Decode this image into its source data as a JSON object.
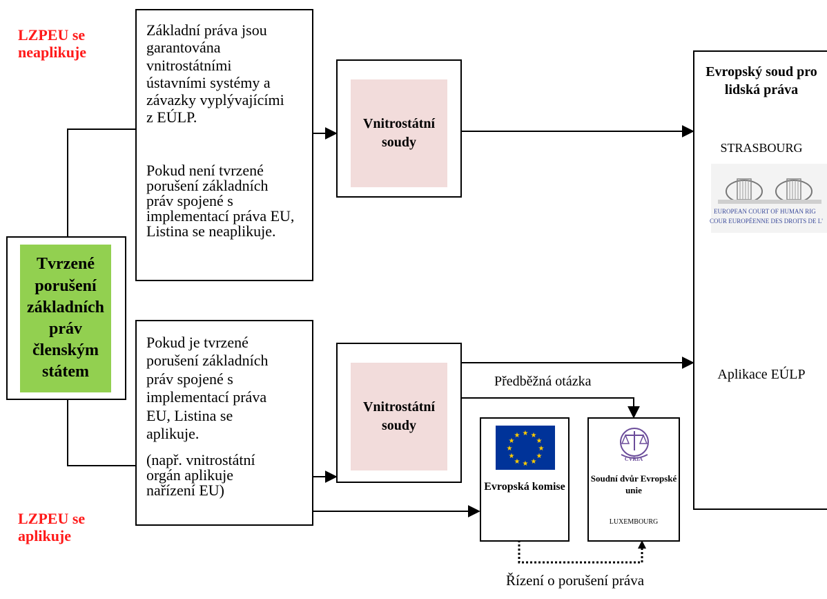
{
  "labels": {
    "top_red": "LZPEU se neaplikuje",
    "bottom_red": "LZPEU se aplikuje",
    "preliminary": "Předběžná otázka",
    "infringement": "Řízení o porušení práva"
  },
  "left_box": {
    "text": "Tvrzené porušení základních práv členským státem"
  },
  "top_text": {
    "para1": "Základní práva jsou garantována vnitrostátními ústavními systémy a závazky vyplývajícími z EÚLP.",
    "para2": "Pokud není tvrzené porušení základních práv spojené s implementací práva EU, Listina se neaplikuje."
  },
  "bottom_text": {
    "para1": "Pokud je tvrzené porušení základních práv spojené s implementací práva EU, Listina se aplikuje.",
    "para2": "(např. vnitrostátní orgán aplikuje nařízení EU)"
  },
  "courts": {
    "top": "Vnitrostátní soudy",
    "bottom": "Vnitrostátní soudy"
  },
  "echr": {
    "title": "Evropský soud pro lidská práva",
    "city": "STRASBOURG",
    "logo_line1": "EUROPEAN COURT OF HUMAN RIG",
    "logo_line2": "COUR EUROPÉENNE DES DROITS DE L'",
    "application": "Aplikace EÚLP"
  },
  "commission": {
    "name": "Evropská komise"
  },
  "cjeu": {
    "logo_text": "CVRIA",
    "name": "Soudní dvůr Evropské unie",
    "city": "LUXEMBOURG"
  },
  "colors": {
    "red_label": "#ff1a1a",
    "green_box": "#92d050",
    "pink_box": "#f2dcdb",
    "eu_blue": "#003399",
    "eu_star": "#ffcc00",
    "cvria_purple": "#6b4c9a"
  }
}
